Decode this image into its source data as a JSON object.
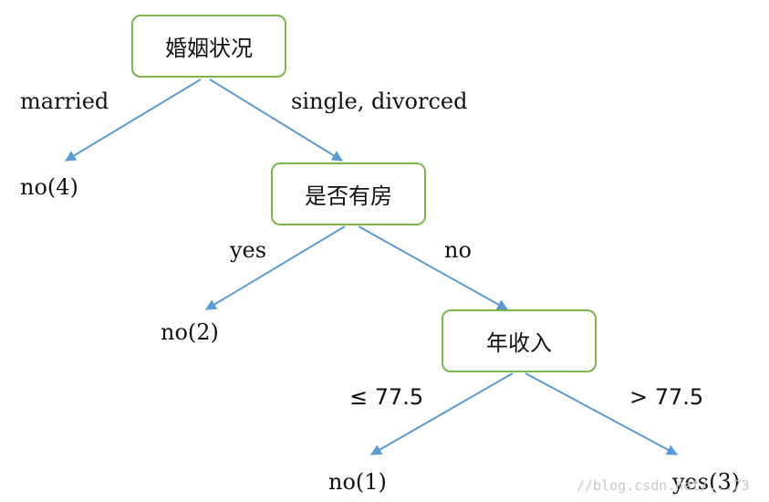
{
  "diagram": {
    "nodes": {
      "root": "婚姻状况",
      "house": "是否有房",
      "income": "年收入"
    },
    "edge_labels": {
      "married": "married",
      "single_divorced": "single, divorced",
      "yes": "yes",
      "no": "no",
      "le": "≤ 77.5",
      "gt": "> 77.5"
    },
    "leaves": {
      "leaf1": "no(4)",
      "leaf2": "no(2)",
      "leaf3": "no(1)",
      "leaf4": "yes(3)"
    },
    "watermark": "//blog.csdn.net/...73",
    "colors": {
      "node_border": "#7ab648",
      "edge": "#5b9bd5"
    }
  }
}
